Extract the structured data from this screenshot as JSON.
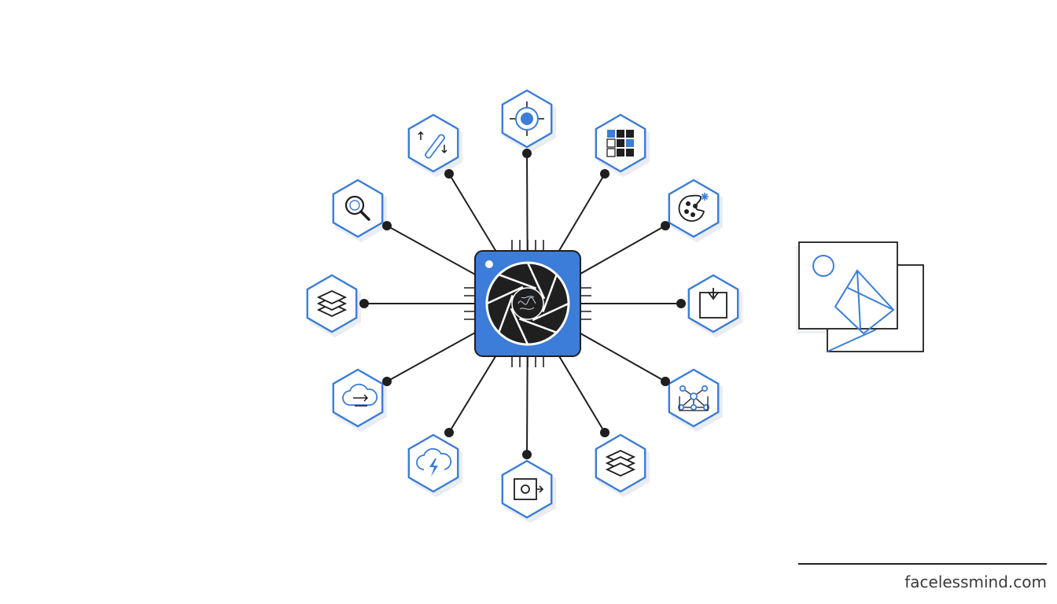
{
  "footer": {
    "brand": "facelessmind.com"
  },
  "colors": {
    "accent": "#3b7dd8",
    "ink": "#1f1f1f",
    "hex_fill": "#ffffff",
    "shadow": "#e9ecf1"
  },
  "hub": {
    "icon": "camera-aperture-brain-chip-icon"
  },
  "nodes": [
    {
      "id": "top",
      "icon": "target-crosshair-icon"
    },
    {
      "id": "upper-right-1",
      "icon": "pixel-grid-icon"
    },
    {
      "id": "upper-right-2",
      "icon": "palette-sparkle-icon"
    },
    {
      "id": "right",
      "icon": "frame-download-icon"
    },
    {
      "id": "lower-right-2",
      "icon": "node-network-icon"
    },
    {
      "id": "lower-right-1",
      "icon": "layers-icon"
    },
    {
      "id": "bottom",
      "icon": "camera-export-icon"
    },
    {
      "id": "lower-left-1",
      "icon": "cloud-bolt-icon"
    },
    {
      "id": "lower-left-2",
      "icon": "cloud-sync-icon"
    },
    {
      "id": "left",
      "icon": "layers-stack-icon"
    },
    {
      "id": "upper-left-2",
      "icon": "magnifier-icon"
    },
    {
      "id": "upper-left-1",
      "icon": "brush-adjust-icon"
    }
  ],
  "side_graphic": {
    "icon": "image-gallery-icon"
  }
}
